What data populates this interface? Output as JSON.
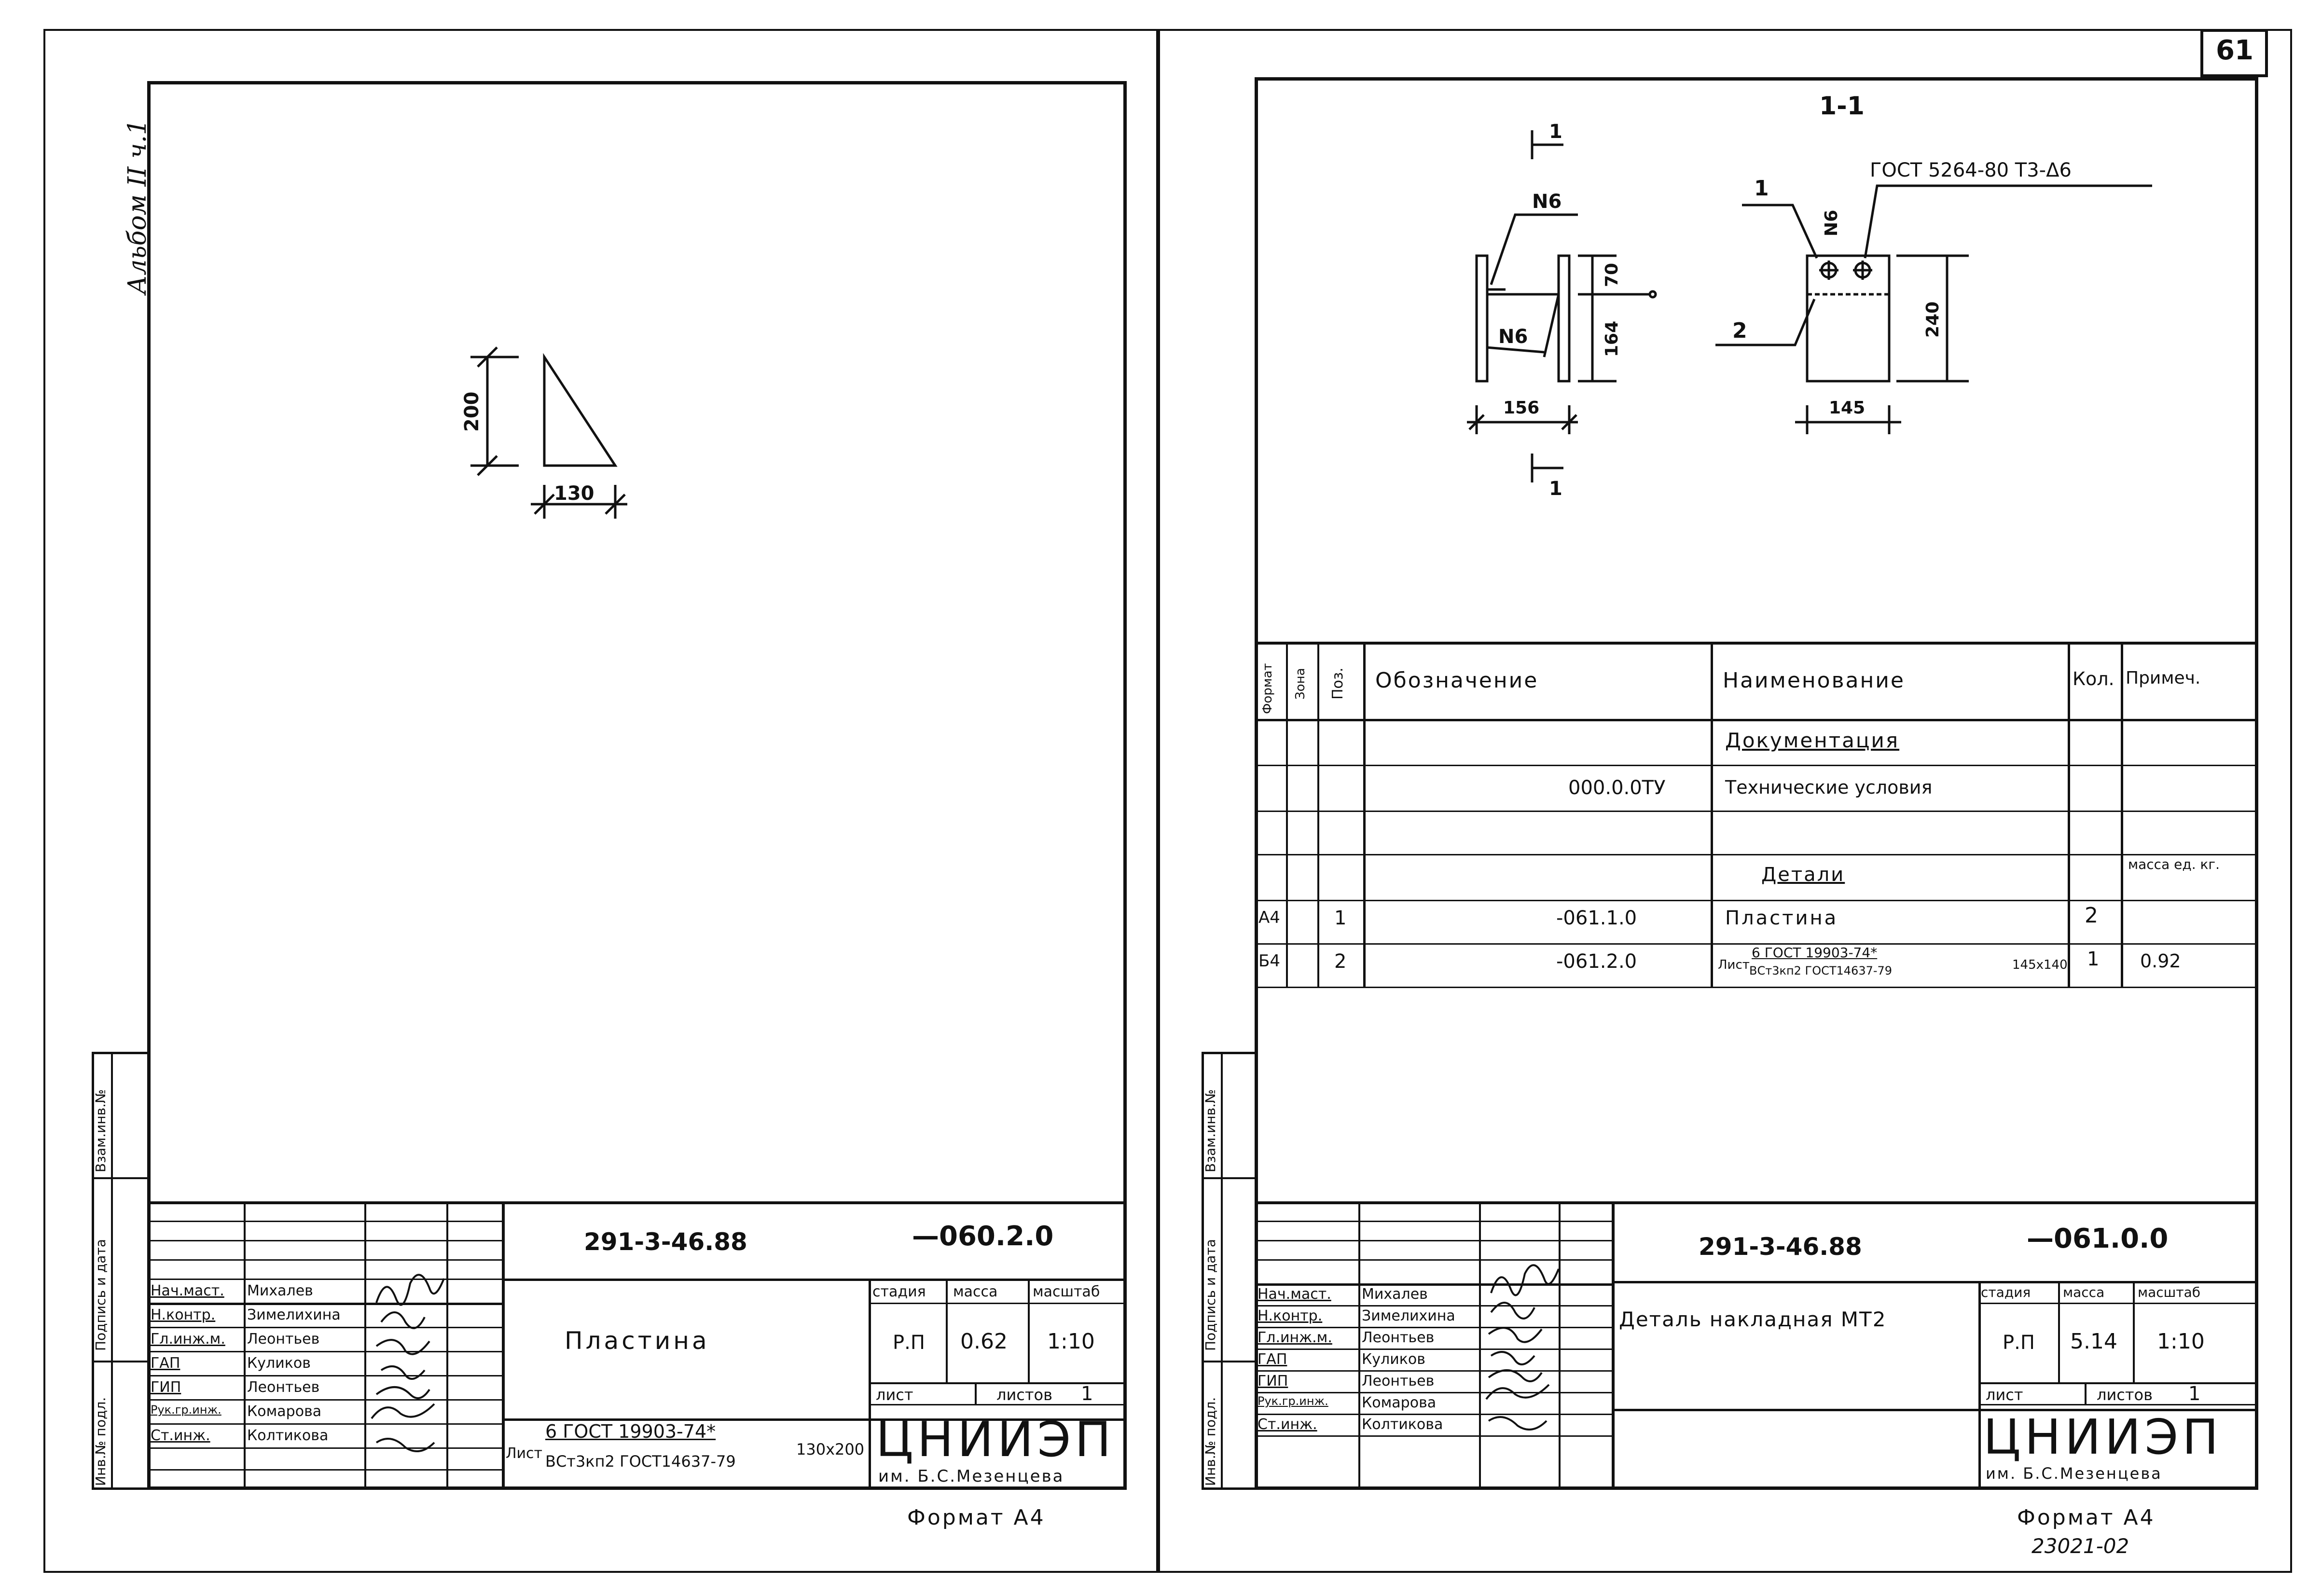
{
  "page_number": "61",
  "album_label": "Альбом II ч.1",
  "archive_number": "23021-02",
  "left_sheet": {
    "drawing": {
      "dim_height": "200",
      "dim_width": "130"
    },
    "side_stamp": [
      "Инв.№ подл.",
      "Подпись и дата",
      "Взам.инв.№"
    ],
    "title_block": {
      "doc_code": "291-3-46.88",
      "designation": "—060.2.0",
      "title": "Пластина",
      "headers": {
        "stage": "стадия",
        "mass": "масса",
        "scale": "масштаб"
      },
      "values": {
        "stage": "Р.П",
        "mass": "0.62",
        "scale": "1:10"
      },
      "sheet_label": "лист",
      "sheets_label": "листов",
      "sheets_value": "1",
      "material": {
        "prefix": "Лист",
        "numerator": "6 ГОСТ 19903-74*",
        "denominator": "ВСт3кп2 ГОСТ14637-79",
        "size": "130х200"
      },
      "org_name": "ЦНИИЭП",
      "org_subtitle": "им. Б.С.Мезенцева",
      "staff": [
        {
          "role": "Нач.маст.",
          "name": "Михалев"
        },
        {
          "role": "Н.контр.",
          "name": "Зимелихина"
        },
        {
          "role": "Гл.инж.м.",
          "name": "Леонтьев"
        },
        {
          "role": "ГАП",
          "name": "Куликов"
        },
        {
          "role": "ГИП",
          "name": "Леонтьев"
        },
        {
          "role": "Рук.гр.инж.",
          "name": "Комарова"
        },
        {
          "role": "Ст.инж.",
          "name": "Колтикова"
        }
      ]
    },
    "format_label": "Формат А4"
  },
  "right_sheet": {
    "drawing": {
      "section_label": "1-1",
      "cut_mark": "1",
      "weld_label_top": "N6",
      "weld_label_mid": "N6",
      "weld_label_right": "N6",
      "gost_weld": "ГОСТ 5264-80 Т3-Δ6",
      "dim_70": "70",
      "dim_164": "164",
      "dim_156": "156",
      "dim_240": "240",
      "dim_145": "145",
      "pos_1": "1",
      "pos_2": "2"
    },
    "spec_table": {
      "headers": {
        "format": "Формат",
        "zone": "Зона",
        "pos": "Поз.",
        "designation": "Обозначение",
        "name": "Наименование",
        "qty": "Кол.",
        "note": "Примеч."
      },
      "section_docs": "Документация",
      "doc_designation": "000.0.0ТУ",
      "doc_name": "Технические условия",
      "section_parts": "Детали",
      "mass_note": "масса ед. кг.",
      "rows": [
        {
          "format": "А4",
          "pos": "1",
          "designation": "-061.1.0",
          "name": "Пластина",
          "qty": "2",
          "note": ""
        },
        {
          "format": "Б4",
          "pos": "2",
          "designation": "-061.2.0",
          "name_prefix": "Лист",
          "name_num": "6 ГОСТ 19903-74*",
          "name_den": "ВСт3кп2 ГОСТ14637-79",
          "name_size": "145х140",
          "qty": "1",
          "note": "0.92"
        }
      ]
    },
    "side_stamp": [
      "Инв.№ подл.",
      "Подпись и дата",
      "Взам.инв.№"
    ],
    "title_block": {
      "doc_code": "291-3-46.88",
      "designation": "—061.0.0",
      "title": "Деталь накладная МТ2",
      "headers": {
        "stage": "стадия",
        "mass": "масса",
        "scale": "масштаб"
      },
      "values": {
        "stage": "Р.П",
        "mass": "5.14",
        "scale": "1:10"
      },
      "sheet_label": "лист",
      "sheets_label": "листов",
      "sheets_value": "1",
      "org_name": "ЦНИИЭП",
      "org_subtitle": "им. Б.С.Мезенцева",
      "staff": [
        {
          "role": "Нач.маст.",
          "name": "Михалев"
        },
        {
          "role": "Н.контр.",
          "name": "Зимелихина"
        },
        {
          "role": "Гл.инж.м.",
          "name": "Леонтьев"
        },
        {
          "role": "ГАП",
          "name": "Куликов"
        },
        {
          "role": "ГИП",
          "name": "Леонтьев"
        },
        {
          "role": "Рук.гр.инж.",
          "name": "Комарова"
        },
        {
          "role": "Ст.инж.",
          "name": "Колтикова"
        }
      ]
    },
    "format_label": "Формат А4"
  }
}
